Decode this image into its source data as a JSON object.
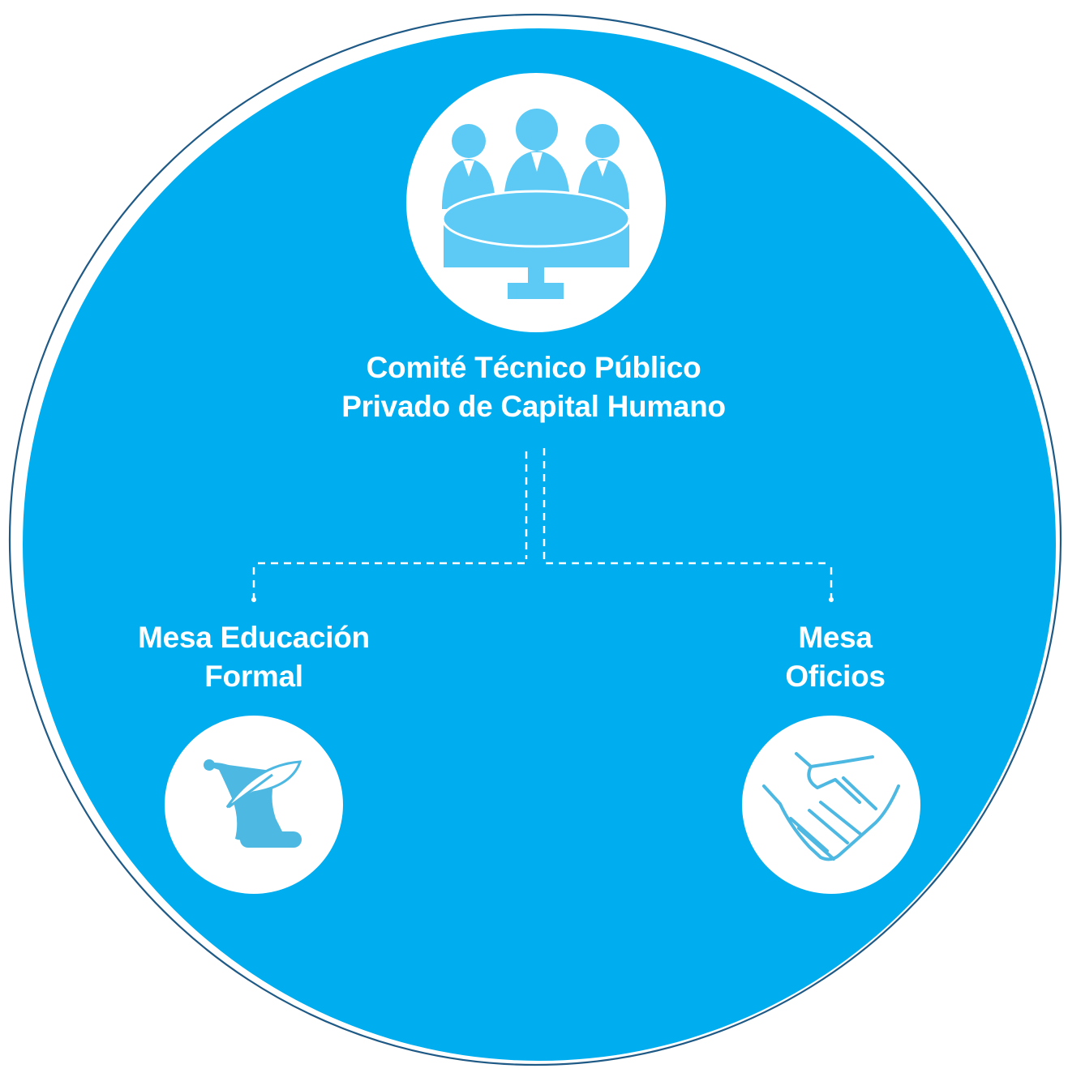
{
  "colors": {
    "background_circle": "#00adee",
    "outer_ring": "#1f5a86",
    "icon_light_blue": "#5ccaf5",
    "icon_blue": "#4db8e2",
    "white": "#ffffff"
  },
  "top": {
    "icon": "meeting-table-icon",
    "line1": "Comité Técnico Público",
    "line2": "Privado de Capital Humano"
  },
  "left": {
    "icon": "scroll-quill-icon",
    "line1": "Mesa Educación",
    "line2": "Formal"
  },
  "right": {
    "icon": "handshake-icon",
    "line1": "Mesa",
    "line2": "Oficios"
  }
}
